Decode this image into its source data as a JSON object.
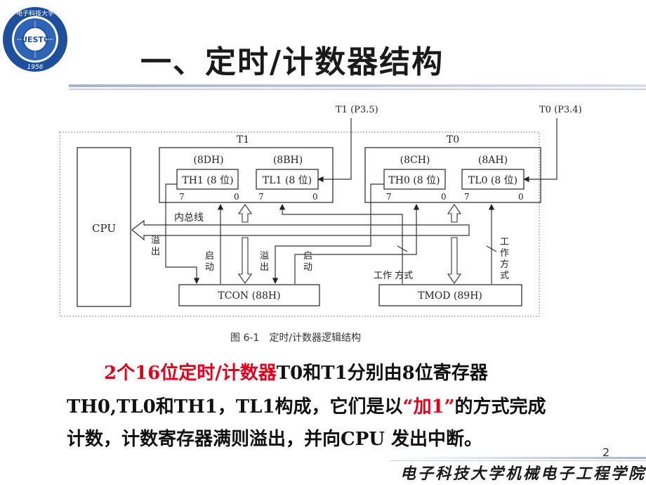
{
  "logo": {
    "top_text": "电子科技大学",
    "center_text": "UESTC",
    "year": "1956"
  },
  "title": "一、定时/计数器结构",
  "diagram": {
    "cpu": "CPU",
    "t1_pin": "T1 (P3.5)",
    "t0_pin": "T0 (P3.4)",
    "t1_label": "T1",
    "t0_label": "T0",
    "th1_addr": "(8DH)",
    "tl1_addr": "(8BH)",
    "th0_addr": "(8CH)",
    "tl0_addr": "(8AH)",
    "th1": "TH1 (8 位)",
    "tl1": "TL1 (8 位)",
    "th0": "TH0 (8 位)",
    "tl0": "TL0 (8 位)",
    "bit7": "7",
    "bit0": "0",
    "bus": "内总线",
    "overflow": "溢出",
    "start": "启动",
    "mode_h": "工作 方式",
    "mode_v": "工作方式",
    "tcon": "TCON (88H)",
    "tmod": "TMOD (89H)"
  },
  "caption": "图 6-1　定时/计数器逻辑结构",
  "paragraph": {
    "line1_red": "2个16位定时/计数器",
    "line1_rest": "T0和T1分别由8位寄存器",
    "line2_pre": "TH0,TL0和TH1，TL1构成，它们是以",
    "line2_red": "“加1”",
    "line2_post": "的方式完成",
    "line3": "计数，计数寄存器满则溢出，并向CPU 发出中断。"
  },
  "page_number": "2",
  "footer": "电子科技大学机械电子工程学院",
  "colors": {
    "accent_red": "#e0001b",
    "logo_blue": "#1d4f9c"
  }
}
